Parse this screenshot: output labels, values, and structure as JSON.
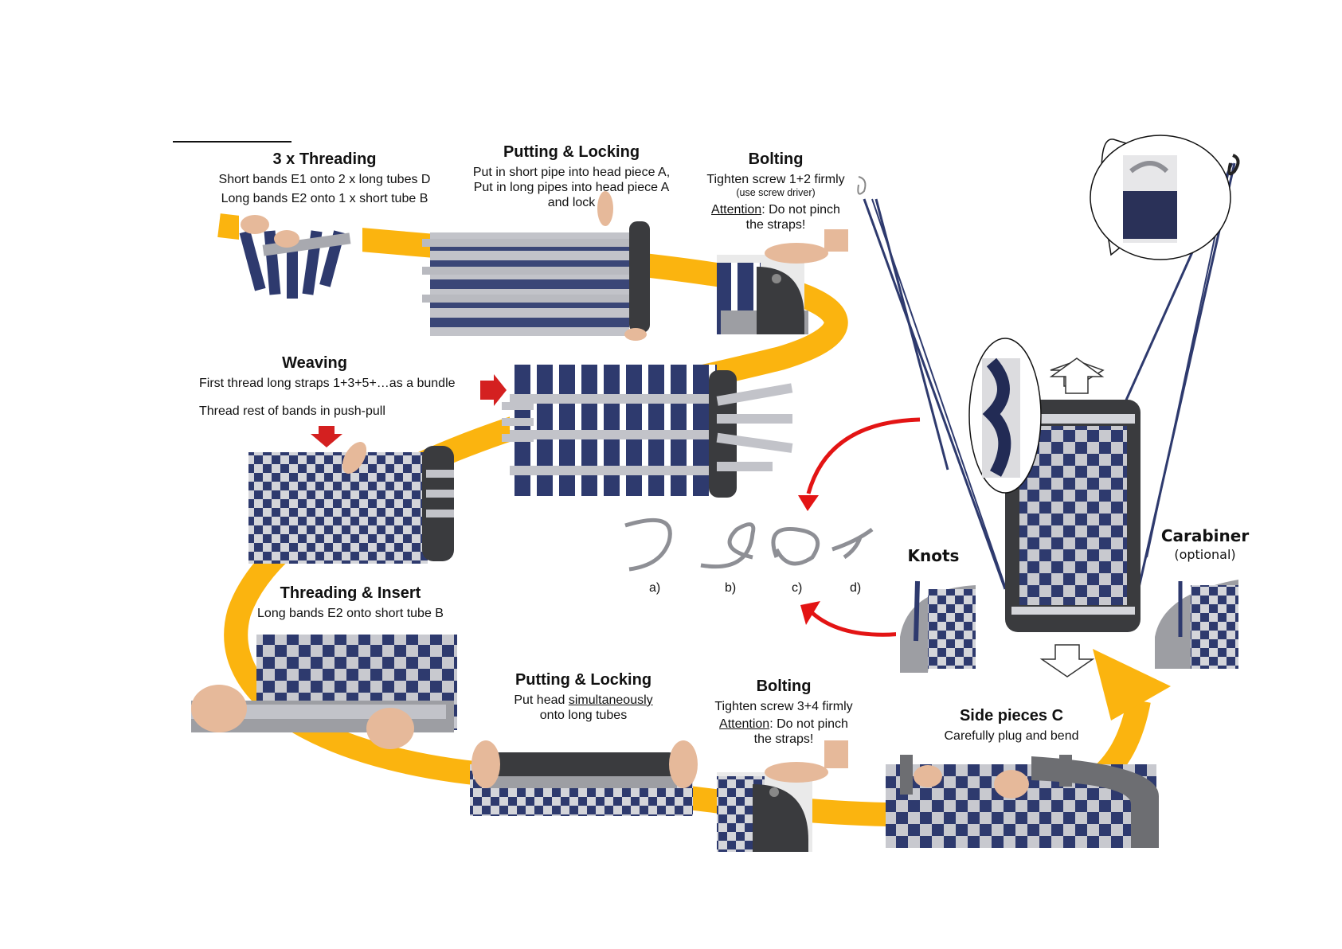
{
  "steps": {
    "threading3": {
      "title": "3 x Threading",
      "line1": "Short bands E1 onto 2 x long tubes D",
      "line2": "Long bands E2 onto 1 x short tube B"
    },
    "locking1": {
      "title": "Putting & Locking",
      "line1": "Put in short pipe into head piece A,",
      "line2": "Put in long pipes into head piece A",
      "line3": "and lock"
    },
    "bolting1": {
      "title": "Bolting",
      "line1": "Tighten screw 1+2 firmly",
      "line2": "(use screw driver)",
      "attention": "Attention",
      "attention_rest": ": Do not pinch",
      "line4": "the straps!"
    },
    "weaving": {
      "title": "Weaving",
      "line1": "First thread long straps 1+3+5+…as a bundle",
      "line2": "Thread rest of bands in push-pull"
    },
    "insert": {
      "title": "Threading & Insert",
      "line1": "Long bands E2 onto short tube B"
    },
    "locking2": {
      "title": "Putting & Locking",
      "line1_pre": "Put head ",
      "line1_u": "simultaneously",
      "line2": "onto long tubes"
    },
    "bolting2": {
      "title": "Bolting",
      "line1": "Tighten screw 3+4 firmly",
      "attention": "Attention",
      "attention_rest": ": Do not pinch",
      "line3": "the straps!"
    },
    "sides": {
      "title": "Side pieces C",
      "line1": "Carefully plug and bend"
    },
    "knots": {
      "title": "Knots"
    },
    "carabiner": {
      "title": "Carabiner",
      "line1": "(optional)"
    }
  },
  "knot_letters": [
    "a)",
    "b)",
    "c)",
    "d)"
  ],
  "colors": {
    "path": "#fbb40f",
    "arrow_red": "#e31414",
    "strap_blue": "#2e3a6e",
    "strap_grey": "#c8c9cf",
    "frame": "#3a3b3e"
  }
}
